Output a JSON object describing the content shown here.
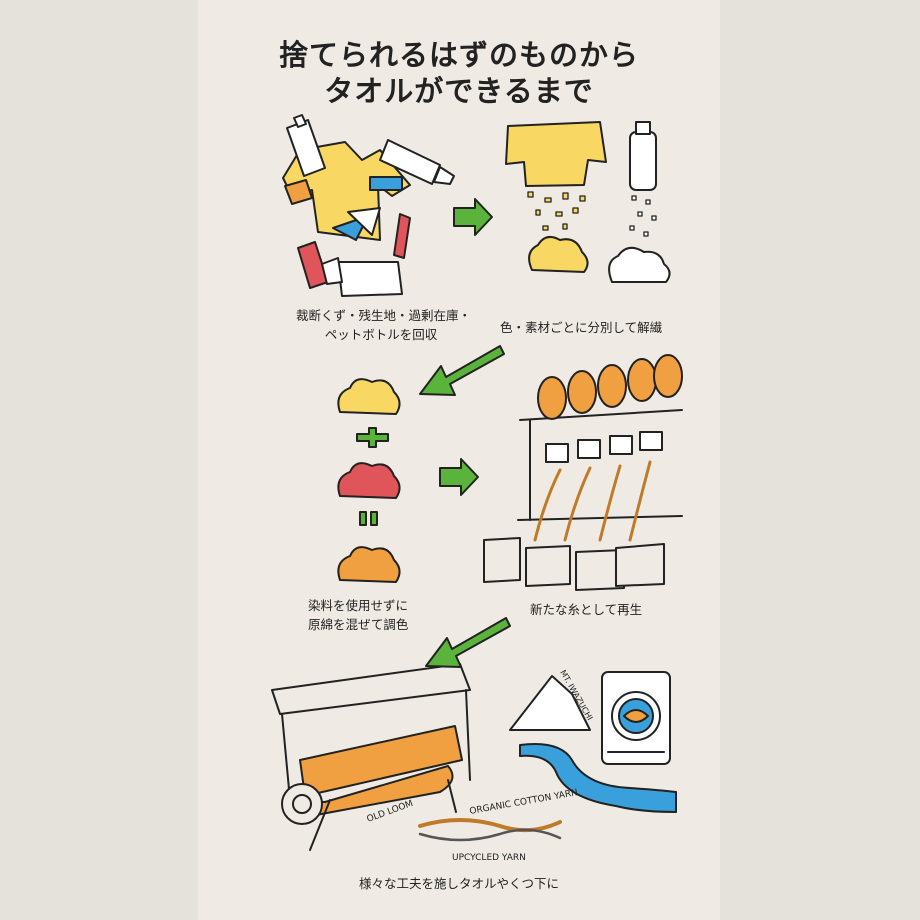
{
  "title": {
    "line1": "捨てられるはずのものから",
    "line2": "タオルができるまで"
  },
  "steps": [
    {
      "caption_line1": "裁断くず・残生地・過剰在庫・",
      "caption_line2": "ペットボトルを回収"
    },
    {
      "caption_line1": "色・素材ごとに分別して解繊"
    },
    {
      "caption_line1": "染料を使用せずに",
      "caption_line2": "原綿を混ぜて調色"
    },
    {
      "caption_line1": "新たな糸として再生"
    },
    {
      "caption_line1": "様々な工夫を施しタオルやくつ下に"
    }
  ],
  "labels": {
    "old_loom": "OLD LOOM",
    "organic_yarn": "ORGANIC COTTON YARN",
    "upcycled_yarn": "UPCYCLED YARN",
    "mountain": "MT. IWAZUCHI"
  },
  "colors": {
    "arrow_green": "#5ab43c",
    "yellow": "#f8d862",
    "orange": "#f0a040",
    "red": "#e0555a",
    "blue": "#3aa0dc",
    "background": "#efebe4"
  }
}
